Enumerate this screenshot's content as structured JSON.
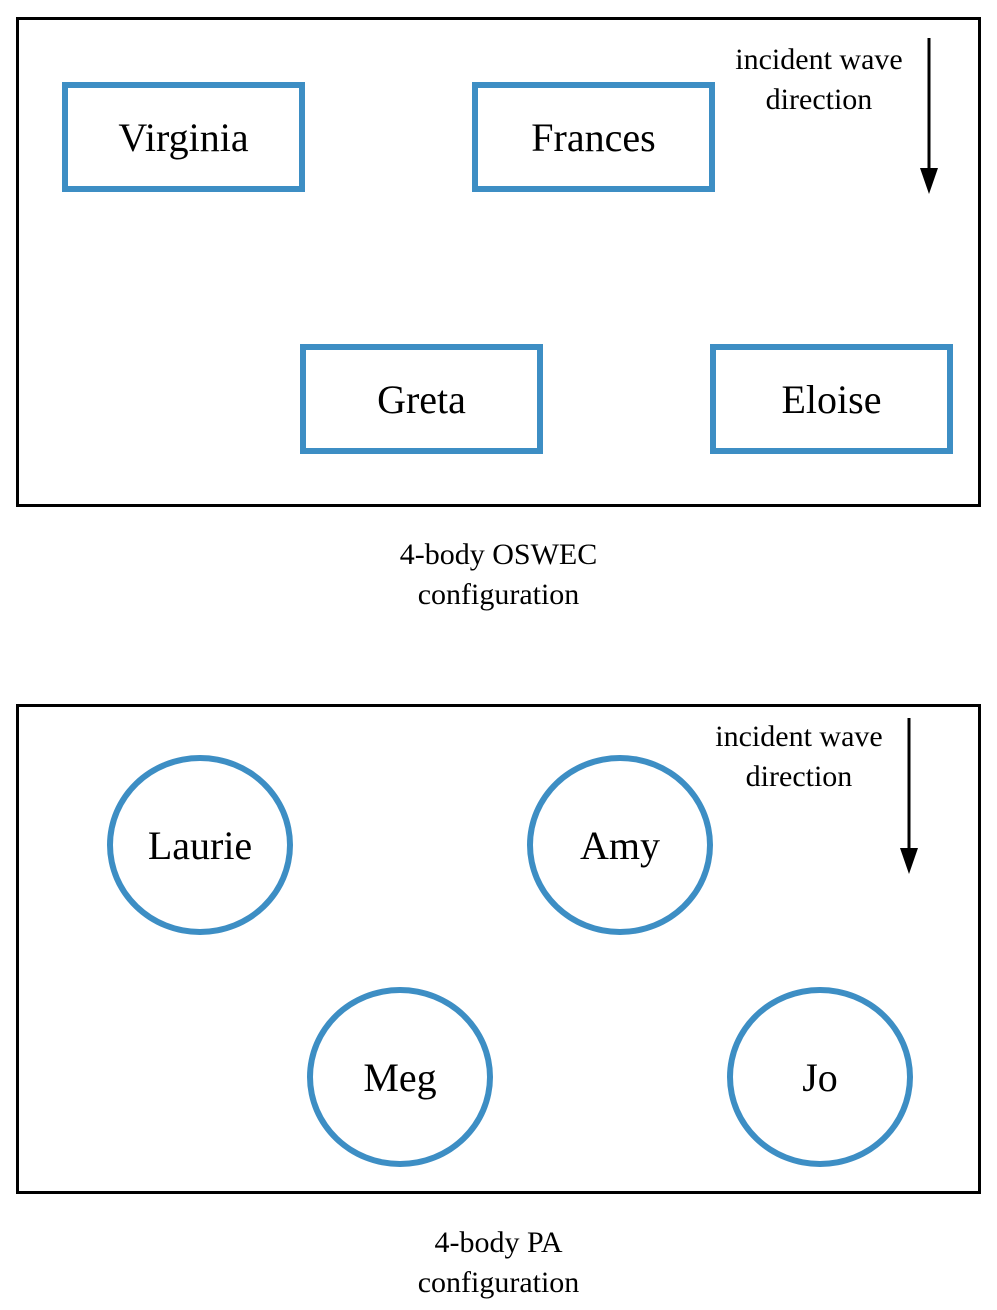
{
  "oswec": {
    "bodies": [
      "Virginia",
      "Frances",
      "Greta",
      "Eloise"
    ],
    "wave_label_line1": "incident wave",
    "wave_label_line2": "direction",
    "caption_line1": "4-body OSWEC",
    "caption_line2": "configuration"
  },
  "pa": {
    "bodies": [
      "Laurie",
      "Amy",
      "Meg",
      "Jo"
    ],
    "wave_label_line1": "incident wave",
    "wave_label_line2": "direction",
    "caption_line1": "4-body PA",
    "caption_line2": "configuration"
  },
  "colors": {
    "body_outline": "#3d8ec4",
    "panel_border": "#000000",
    "text": "#000000"
  }
}
